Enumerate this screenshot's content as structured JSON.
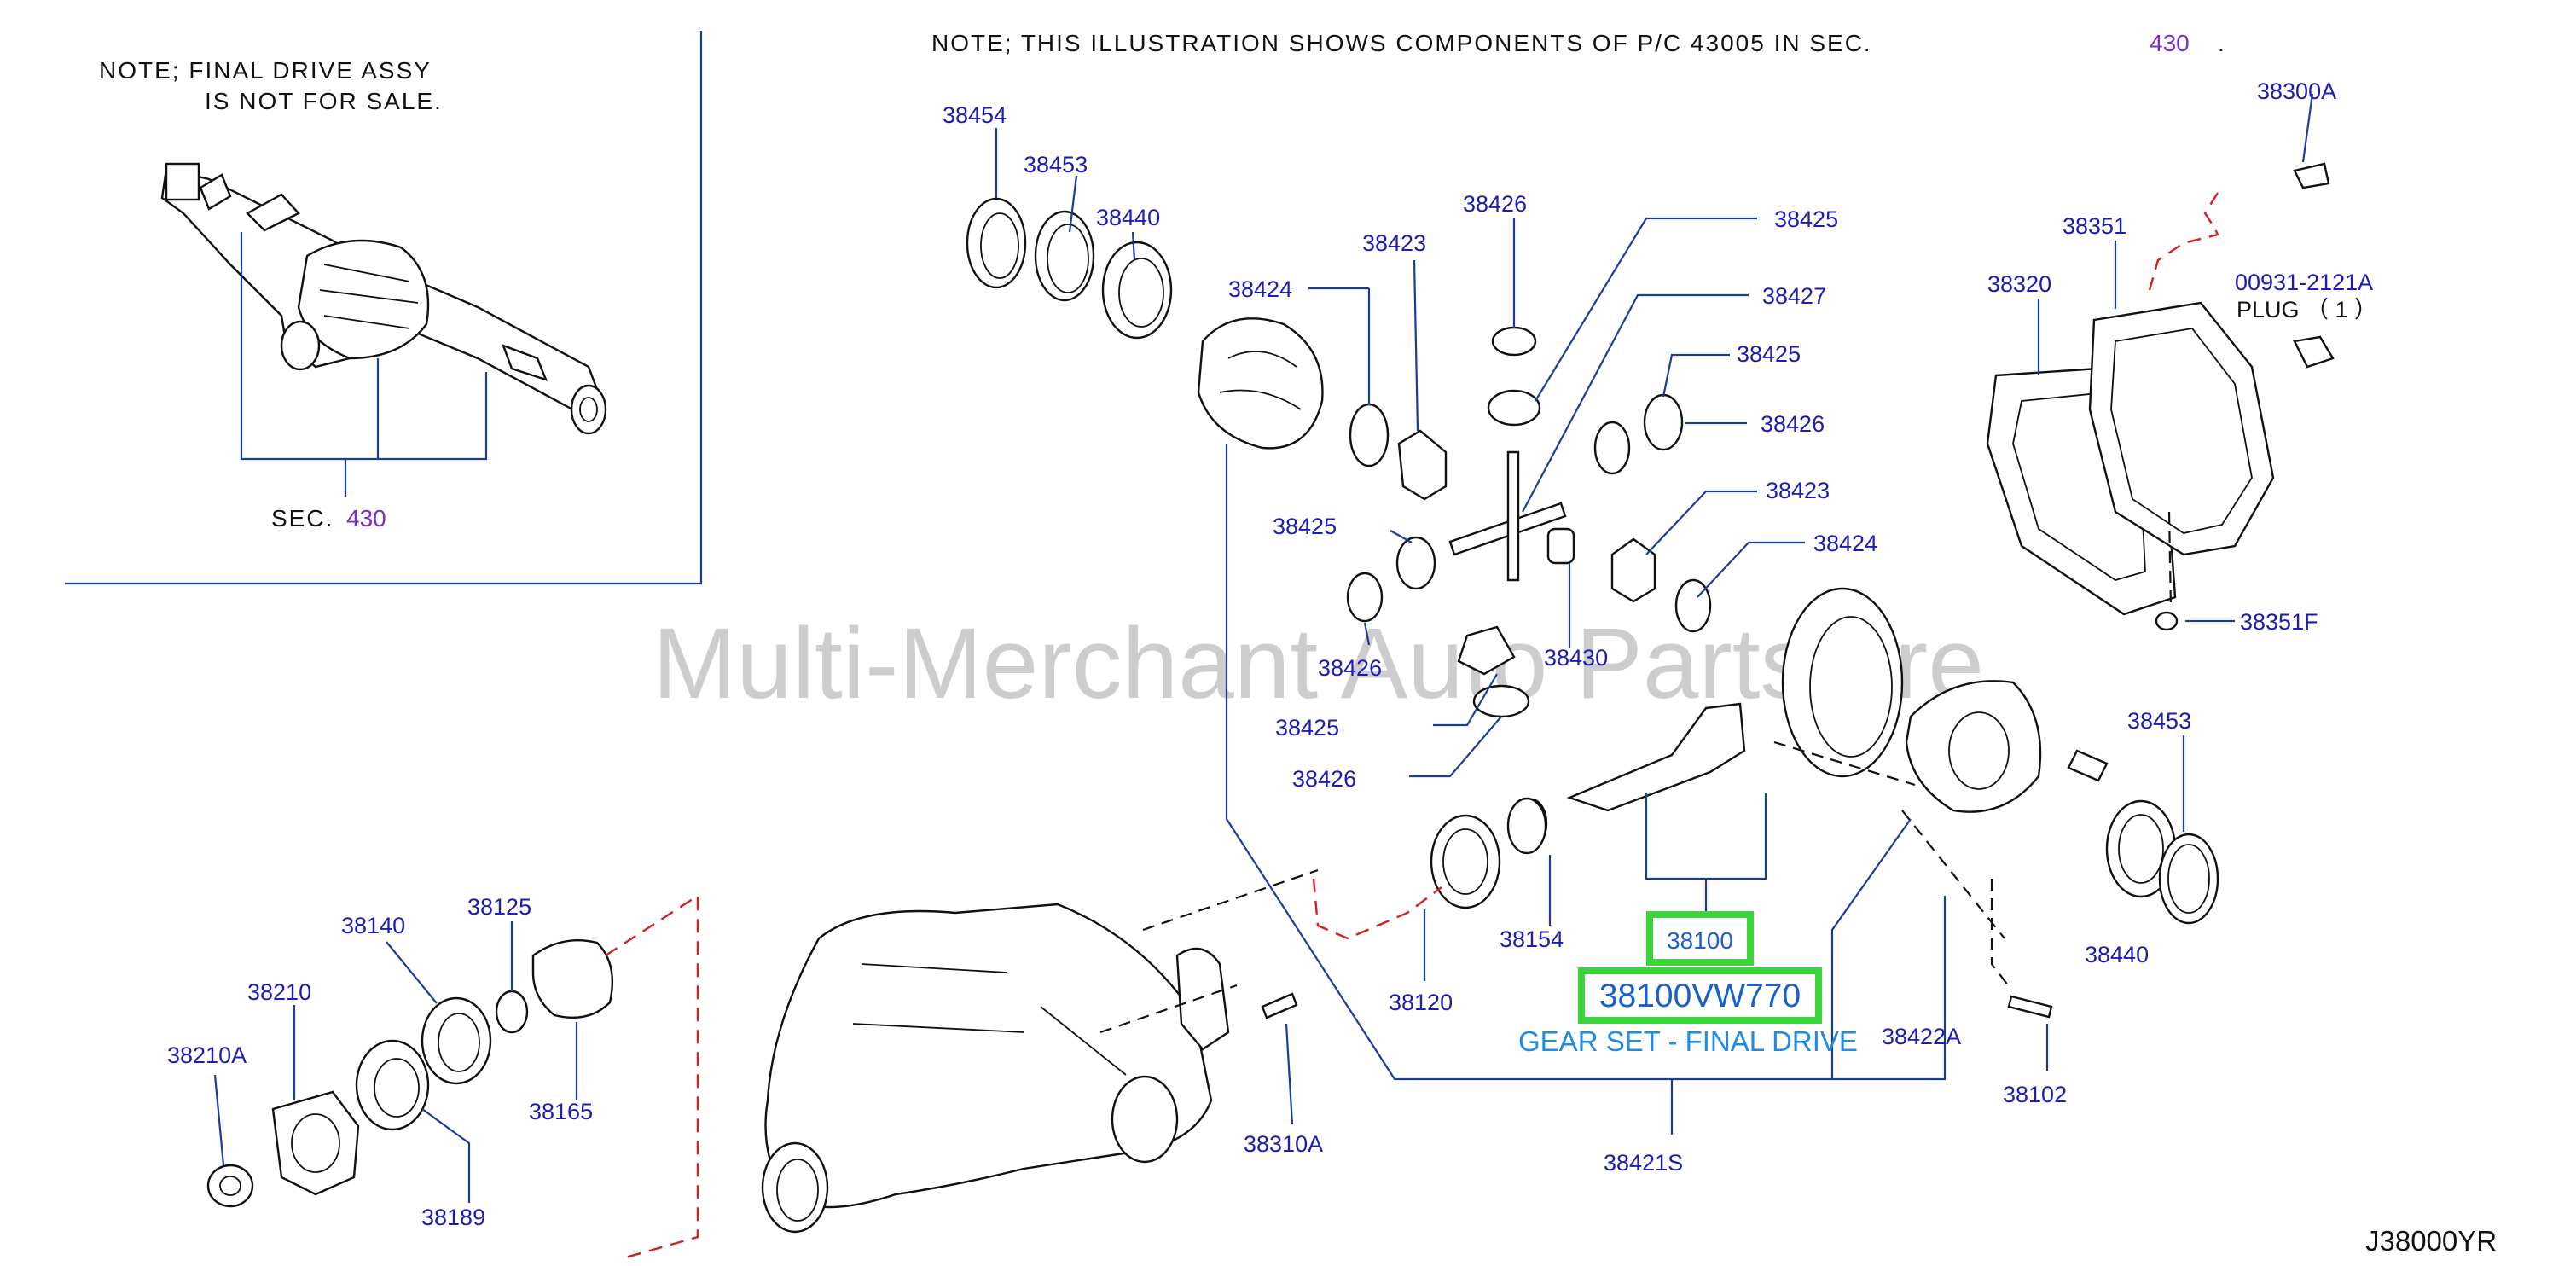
{
  "notes": {
    "final_drive_line1": "NOTE;  FINAL  DRIVE  ASSY",
    "final_drive_line2": "IS  NOT  FOR  SALE.",
    "illustration": "NOTE;  THIS  ILLUSTRATION  SHOWS  COMPONENTS  OF  P/C  43005  IN  SEC.",
    "illustration_sec": "430",
    "illustration_end": ".",
    "inset_sec_prefix": "SEC.",
    "inset_sec_number": "430"
  },
  "part_labels": {
    "p38454": "38454",
    "p38453_top": "38453",
    "p38440_top": "38440",
    "p38424_top": "38424",
    "p38423_top": "38423",
    "p38426_top": "38426",
    "p38425_a": "38425",
    "p38427": "38427",
    "p38425_b": "38425",
    "p38426_b": "38426",
    "p38423_b": "38423",
    "p38424_b": "38424",
    "p38425_c": "38425",
    "p38430": "38430",
    "p38426_c": "38426",
    "p38425_d": "38425",
    "p38426_d": "38426",
    "p38300A": "38300A",
    "p38351": "38351",
    "p38320": "38320",
    "p00931": "00931-2121A",
    "plug": "PLUG  （ 1 ）",
    "p38351F": "38351F",
    "p38453_r": "38453",
    "p38440_r": "38440",
    "p38102": "38102",
    "p38422A": "38422A",
    "p38421S": "38421S",
    "p38154": "38154",
    "p38120": "38120",
    "p38310A": "38310A",
    "p38140": "38140",
    "p38125": "38125",
    "p38210": "38210",
    "p38210A": "38210A",
    "p38165": "38165",
    "p38189": "38189"
  },
  "highlight": {
    "group_number": "38100",
    "part_number": "38100VW770",
    "description": "GEAR SET - FINAL DRIVE",
    "box_color": "#3bd43b",
    "text_color": "#1a5fd0"
  },
  "watermark": "Multi-Merchant Auto Partstore",
  "diagram_code": "J38000YR",
  "colors": {
    "label": "#1c1cb4",
    "leader": "#1c3c9a",
    "section_ref": "#7a2ccf",
    "dashed_red": "#d42020"
  }
}
